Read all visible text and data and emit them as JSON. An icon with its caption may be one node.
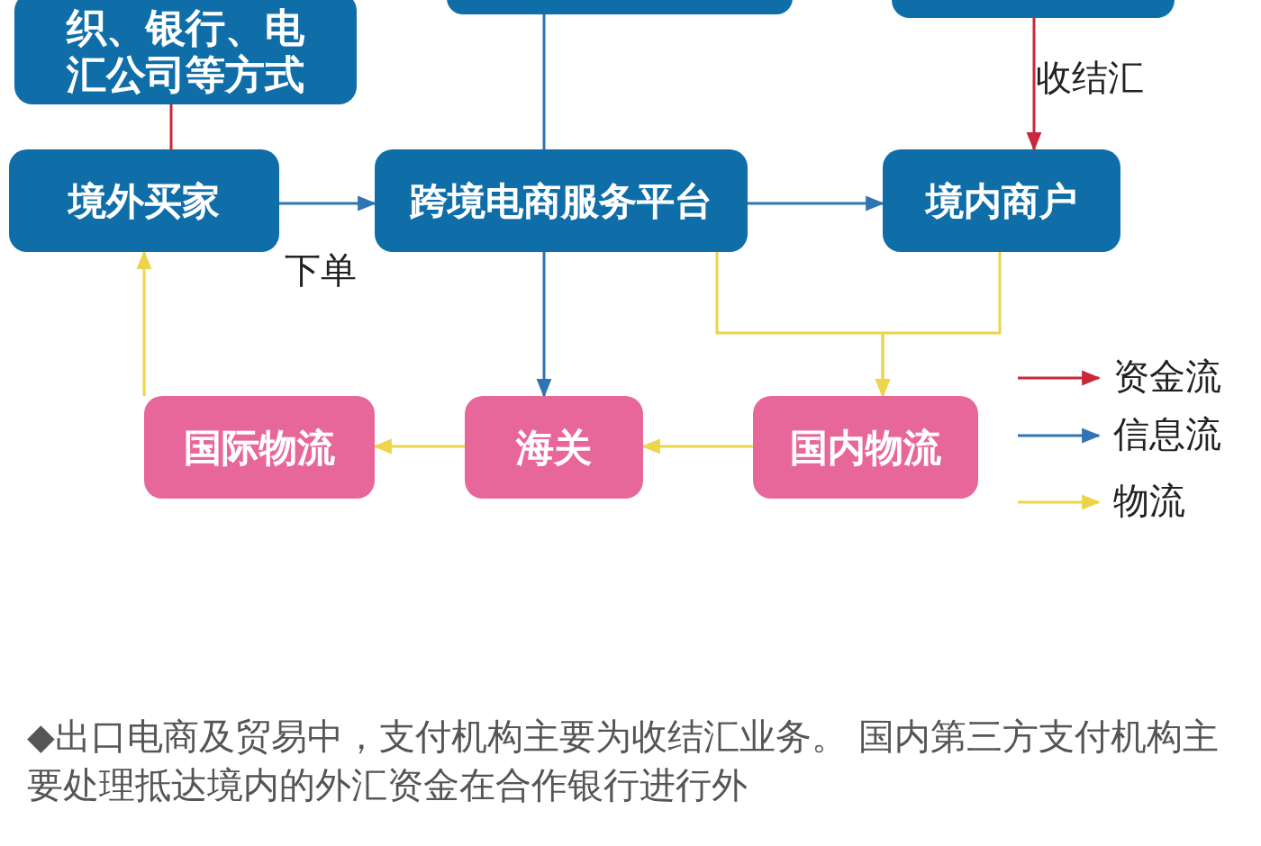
{
  "diagram": {
    "nodes": [
      {
        "text": [
          "织、银行、电汇公司等方式"
        ]
      },
      {
        "text": [],
        "shape": "box"
      },
      {
        "text": [],
        "shape": "box"
      },
      {
        "text": [
          "境外买家"
        ]
      },
      {
        "text": [
          "跨境电商服务平台"
        ]
      },
      {
        "text": [
          "境内商户"
        ]
      },
      {
        "text": [
          "国际物流"
        ]
      },
      {
        "text": [
          "海关"
        ]
      },
      {
        "text": [
          "国内物流"
        ]
      }
    ],
    "edges": [
      {
        "from": 0,
        "to": 3,
        "arrow": "none",
        "color": "#c8283c"
      },
      {
        "from": 1,
        "to": 4,
        "arrow": "none",
        "color": "#2e75b6"
      },
      {
        "from": 2,
        "to": 5,
        "arrow": "to",
        "label": "收结汇",
        "color": "#c8283c"
      },
      {
        "from": 3,
        "to": 4,
        "arrow": "to",
        "label": "下单",
        "color": "#2e75b6"
      },
      {
        "from": 4,
        "to": 5,
        "arrow": "to",
        "color": "#2e75b6"
      },
      {
        "from": 4,
        "to": 7,
        "arrow": "to",
        "color": "#2e75b6"
      },
      {
        "from": 4,
        "to": 8,
        "arrow": "to"
      },
      {
        "from": 5,
        "to": 8,
        "arrow": "to"
      },
      {
        "from": 8,
        "to": 7,
        "arrow": "to"
      },
      {
        "from": 7,
        "to": 6,
        "arrow": "to"
      },
      {
        "from": 6,
        "to": 3,
        "arrow": "to"
      }
    ],
    "labels": [
      "◆出口电商及贸易中，支付机构主要为收结汇业务。 国内第三方支付机构主要处理抵达境内的外汇资金在合作银行进行外"
    ],
    "legend": [
      {
        "text": "资金流"
      },
      {
        "text": "信息流"
      },
      {
        "text": "物流"
      }
    ]
  }
}
